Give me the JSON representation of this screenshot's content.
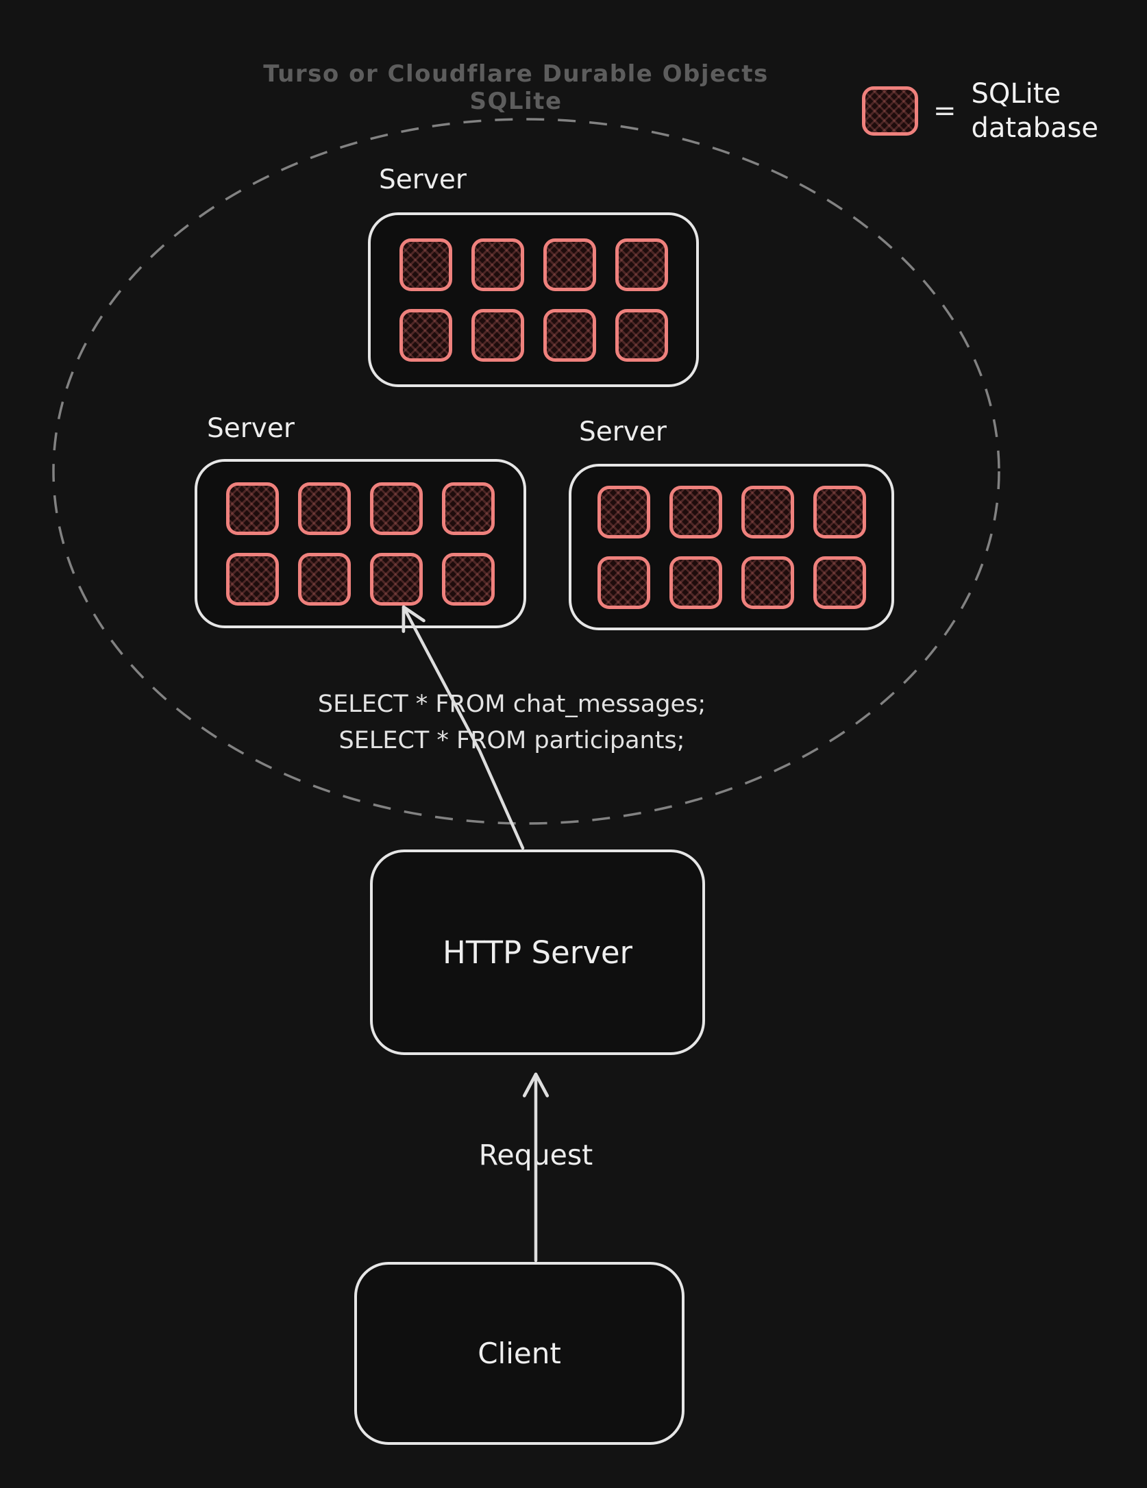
{
  "title": "Turso or Cloudflare Durable Objects SQLite",
  "legend": {
    "equals": "=",
    "line1": "SQLite",
    "line2": "database"
  },
  "cluster": {
    "servers": [
      {
        "id": "top",
        "label": "Server",
        "db_count": 8
      },
      {
        "id": "left",
        "label": "Server",
        "db_count": 8
      },
      {
        "id": "right",
        "label": "Server",
        "db_count": 8
      }
    ]
  },
  "query": {
    "line1": "SELECT * FROM chat_messages;",
    "line2": "SELECT * FROM participants;"
  },
  "http_server": {
    "label": "HTTP Server"
  },
  "request": {
    "label": "Request"
  },
  "client": {
    "label": "Client"
  },
  "colors": {
    "background": "#131313",
    "box_stroke": "#e6e6e6",
    "db_accent": "#ef817d",
    "ellipse_gray": "#828282",
    "title_gray": "#5d5d5d"
  }
}
